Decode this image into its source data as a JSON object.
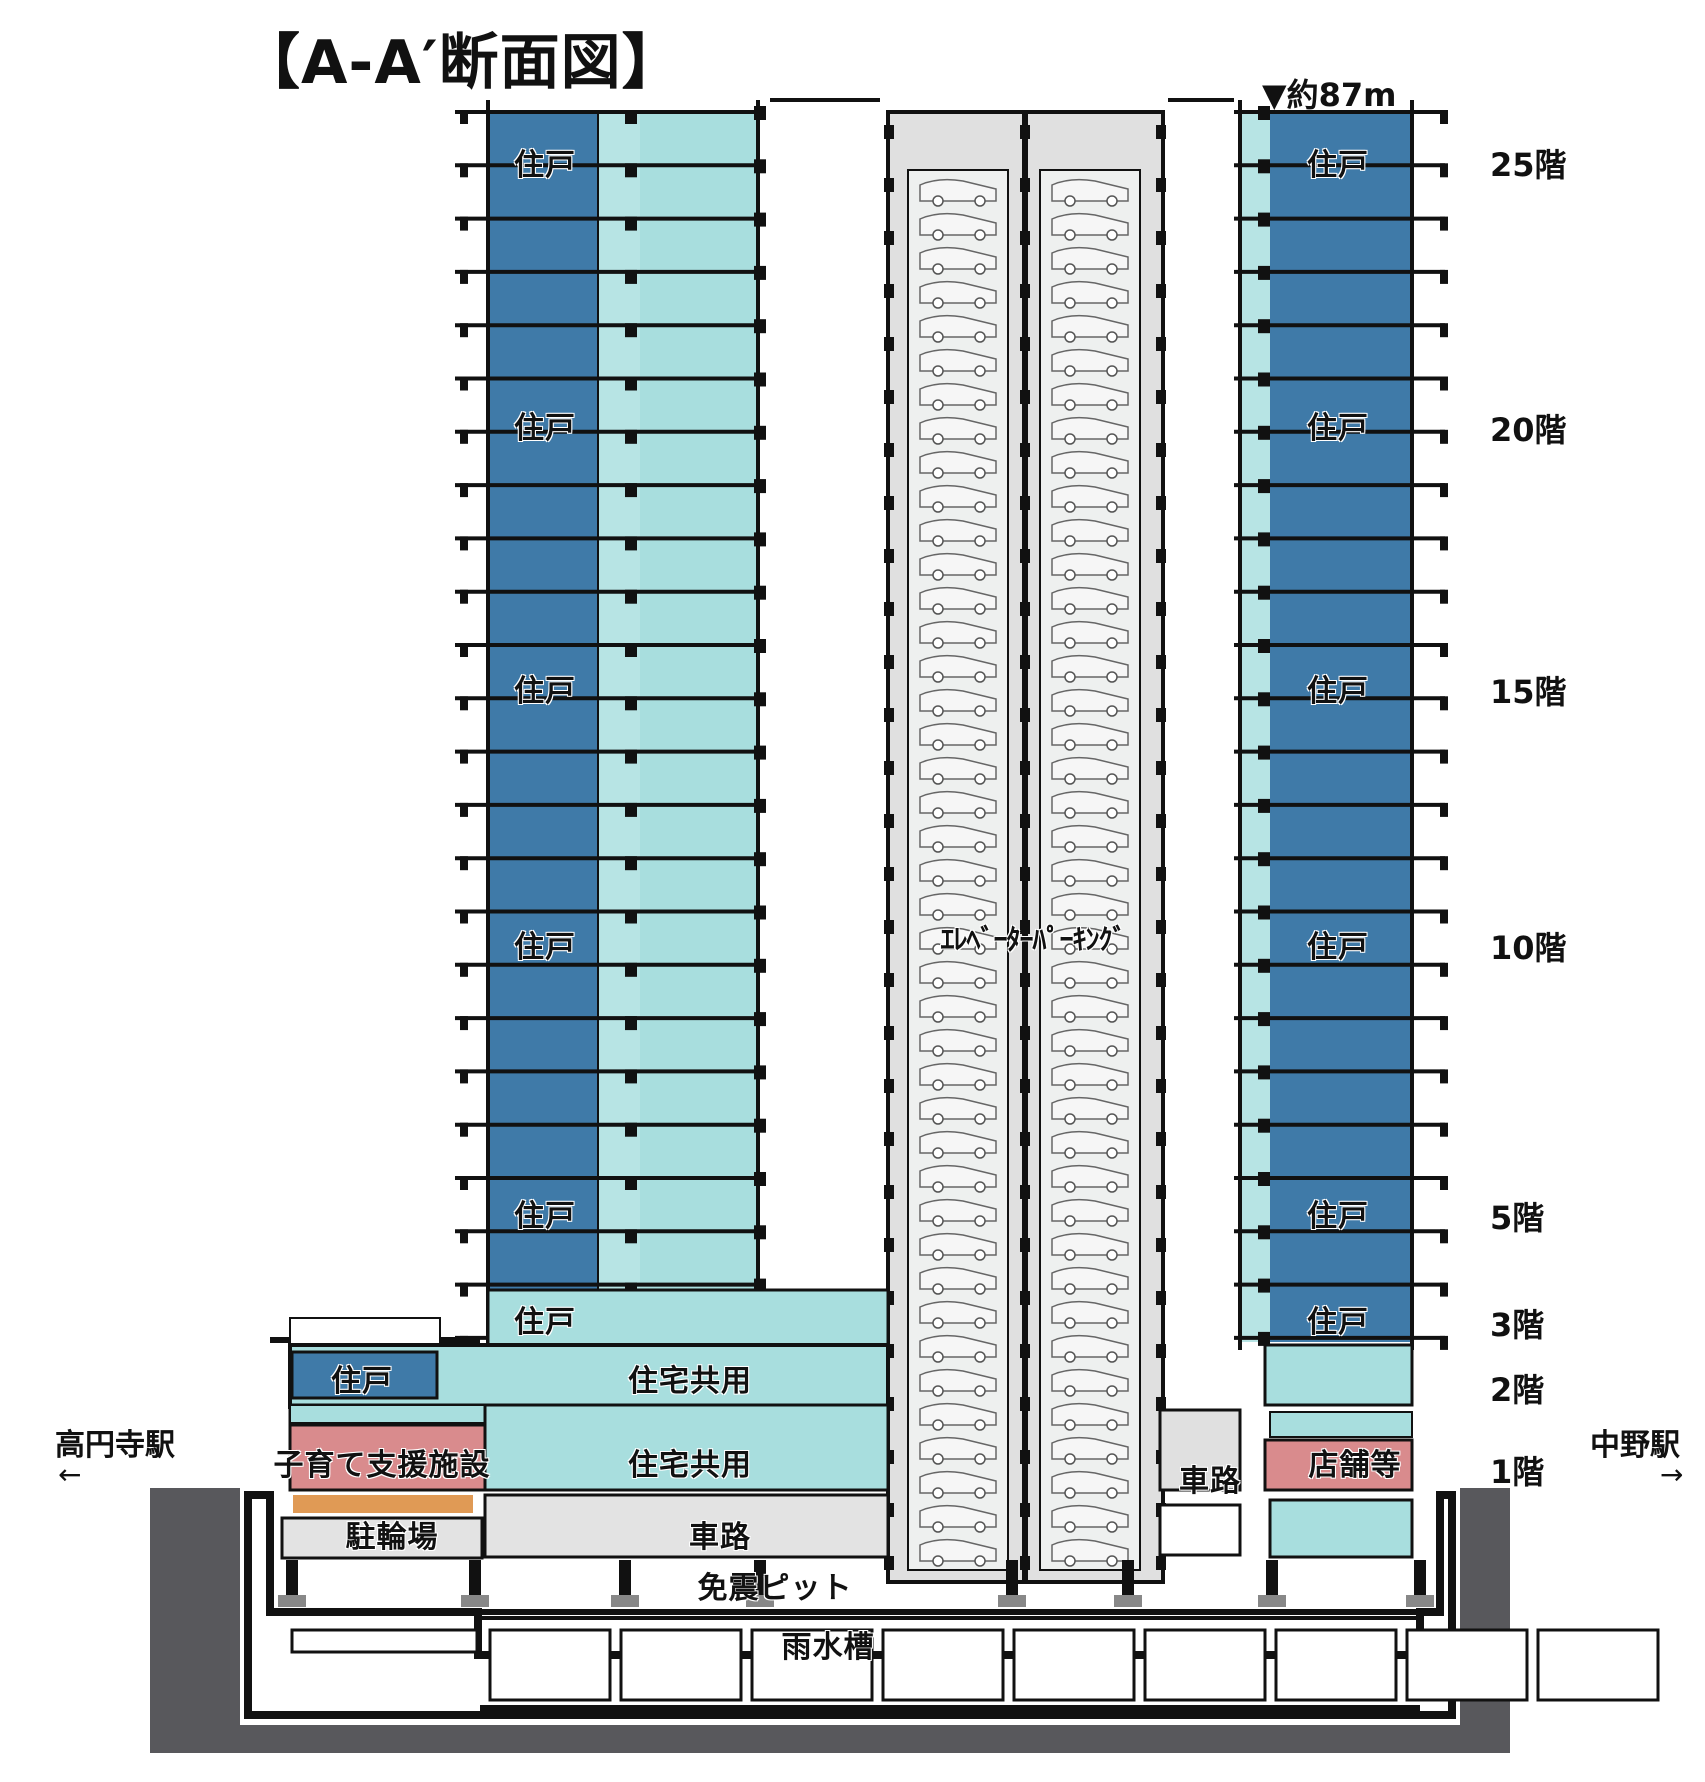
{
  "title": "【A-A′断面図】",
  "height_note": "▼約87m",
  "floor_labels": [
    "25階",
    "20階",
    "15階",
    "10階",
    "5階",
    "3階",
    "2階",
    "1階"
  ],
  "stations": {
    "left": "高円寺駅",
    "right": "中野駅",
    "left_arrow": "←",
    "right_arrow": "→"
  },
  "units": {
    "residence": "住戸",
    "residential_common": "住宅共用",
    "childcare": "子育て支援施設",
    "shops": "店舗等",
    "driveway": "車路",
    "bicycle_parking": "駐輪場",
    "seismic_pit": "免震ピット",
    "rainwater_tank": "雨水槽",
    "elevator_parking": "ｴﾚﾍﾞｰﾀｰﾊﾟｰｷﾝｸﾞ"
  },
  "colors": {
    "residence": "#3f7aa8",
    "common": "#a8dede",
    "childcare": "#d98b8d",
    "childcare_band": "#e09a55",
    "parking_core": "#e0e0e0",
    "ground": "#58585c",
    "frame": "#111111"
  }
}
